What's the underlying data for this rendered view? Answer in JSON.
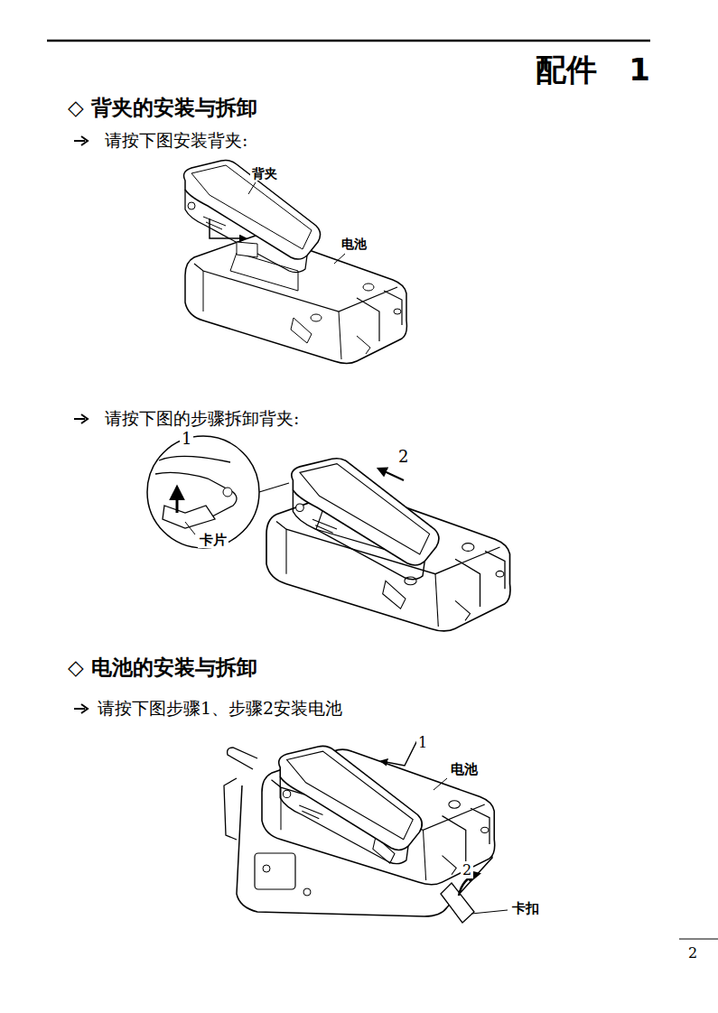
{
  "diagram": {
    "title": "配件 1",
    "labels": [
      "◇ 背夹的安装与拆卸",
      "请按下图安装背夹:",
      "背夹",
      "电池",
      "请按下图的步骤拆卸背夹:",
      "1",
      "2",
      "卡片",
      "◇ 电池的安装与拆卸",
      "请按下图步骤1、步骤2安装电池",
      "1",
      "电池",
      "2",
      "卡扣",
      "2"
    ]
  }
}
